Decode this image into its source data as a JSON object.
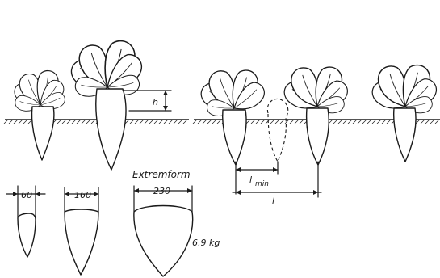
{
  "labels": {
    "height": "h",
    "min_spacing": "l",
    "min_subscript": "min",
    "spacing": "l"
  },
  "shapes": [
    {
      "width": "60"
    },
    {
      "width": "160"
    },
    {
      "title": "Extremform",
      "width": "230",
      "mass": "6,9 kg"
    }
  ],
  "colors": {
    "line": "#1a1a1a",
    "background": "#ffffff"
  }
}
